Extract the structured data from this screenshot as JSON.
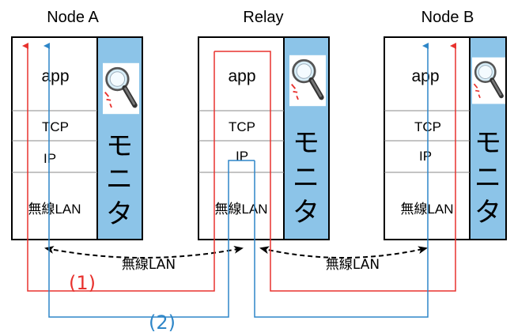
{
  "nodes": {
    "a": {
      "title": "Node A",
      "layers": {
        "app": "app",
        "tcp": "TCP",
        "ip": "IP",
        "wlan": "無線LAN"
      },
      "monitor": [
        "モ",
        "ニ",
        "タ"
      ]
    },
    "relay": {
      "title": "Relay",
      "layers": {
        "app": "app",
        "tcp": "TCP",
        "ip": "IP",
        "wlan": "無線LAN"
      },
      "monitor": [
        "モ",
        "ニ",
        "タ"
      ]
    },
    "b": {
      "title": "Node B",
      "layers": {
        "app": "app",
        "tcp": "TCP",
        "ip": "IP",
        "wlan": "無線LAN"
      },
      "monitor": [
        "モ",
        "ニ",
        "タ"
      ]
    }
  },
  "links": {
    "left": "無線LAN",
    "right": "無線LAN"
  },
  "paths": {
    "path1": {
      "label": "(1)",
      "color": "#e8322e"
    },
    "path2": {
      "label": "(2)",
      "color": "#2e86c8"
    }
  },
  "colors": {
    "monitor_fill": "#8cc4e8",
    "stack_border": "#000000",
    "divider": "#888888"
  },
  "icons": {
    "monitor": "magnifier-icon"
  }
}
